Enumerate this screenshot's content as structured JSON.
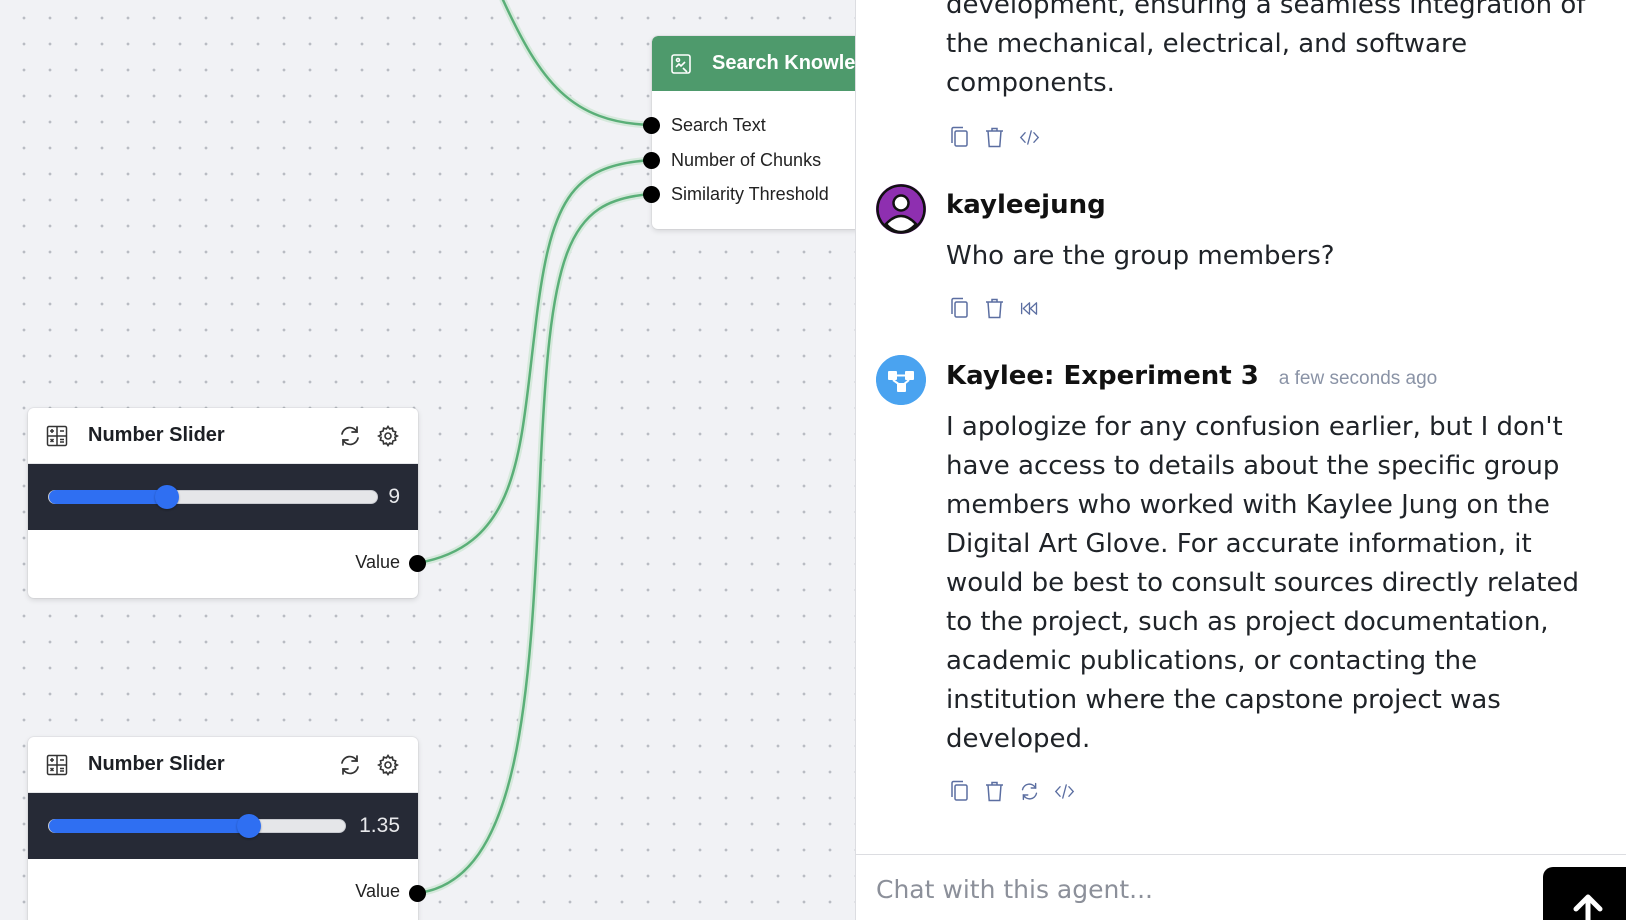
{
  "canvas": {
    "search_node": {
      "title": "Search Knowle",
      "ports": [
        "Search Text",
        "Number of Chunks",
        "Similarity Threshold"
      ]
    },
    "slider_nodes": [
      {
        "title": "Number Slider",
        "value": "9",
        "fraction": 0.36,
        "output_label": "Value"
      },
      {
        "title": "Number Slider",
        "value": "1.35",
        "fraction": 0.675,
        "output_label": "Value"
      }
    ],
    "colors": {
      "wire": "#5aaf78",
      "node_header": "#4e9a6c",
      "slider_fill": "#2f6ff2"
    }
  },
  "chat": {
    "messages": [
      {
        "author": "",
        "timestamp": "",
        "lines": [
          "development, ensuring a seamless integration of",
          "the mechanical, electrical, and software",
          "components."
        ],
        "actions": [
          "copy-icon",
          "trash-icon",
          "code-icon"
        ]
      },
      {
        "author": "kayleejung",
        "timestamp": "",
        "lines": [
          "Who are the group members?"
        ],
        "actions": [
          "copy-icon",
          "trash-icon",
          "rewind-icon"
        ]
      },
      {
        "author": "Kaylee: Experiment 3",
        "timestamp": "a few seconds ago",
        "lines": [
          "I apologize for any confusion earlier, but I don't",
          "have access to details about the specific group",
          "members who worked with Kaylee Jung on the",
          "Digital Art Glove. For accurate information, it",
          "would be best to consult sources directly related",
          "to the project, such as project documentation,",
          "academic publications, or contacting the",
          "institution where the capstone project was",
          "developed."
        ],
        "actions": [
          "copy-icon",
          "trash-icon",
          "refresh-icon",
          "code-icon"
        ]
      }
    ],
    "input": {
      "placeholder": "Chat with this agent...",
      "value": ""
    }
  }
}
